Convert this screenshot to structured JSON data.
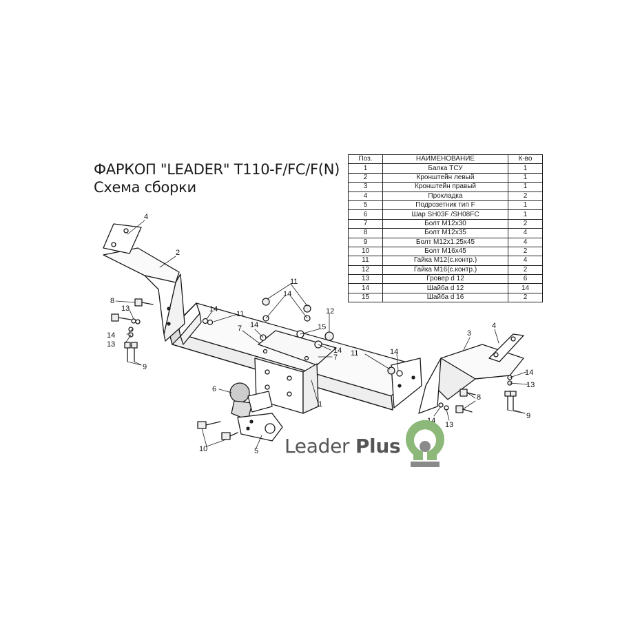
{
  "title": {
    "line1": "ФАРКОП \"LEADER\" T110-F/FC/F(N)",
    "line2": "Схема сборки"
  },
  "table": {
    "headers": [
      "Поз.",
      "НАИМЕНОВАНИЕ",
      "К-во"
    ],
    "rows": [
      [
        "1",
        "Балка ТСУ",
        "1"
      ],
      [
        "2",
        "Кронштейн левый",
        "1"
      ],
      [
        "3",
        "Кронштейн правый",
        "1"
      ],
      [
        "4",
        "Прокладка",
        "2"
      ],
      [
        "5",
        "Подрозетник тип F",
        "1"
      ],
      [
        "6",
        "Шар SH03F /SH08FC",
        "1"
      ],
      [
        "7",
        "Болт М12х30",
        "2"
      ],
      [
        "8",
        "Болт М12х35",
        "4"
      ],
      [
        "9",
        "Болт М12х1.25х45",
        "4"
      ],
      [
        "10",
        "Болт М16х45",
        "2"
      ],
      [
        "11",
        "Гайка М12(с.контр.)",
        "4"
      ],
      [
        "12",
        "Гайка  М16(с.контр.)",
        "2"
      ],
      [
        "13",
        "Гровер d 12",
        "6"
      ],
      [
        "14",
        "Шайба d 12",
        "14"
      ],
      [
        "15",
        "Шайба d 16",
        "2"
      ]
    ]
  },
  "callouts": {
    "c1": "1",
    "c2": "2",
    "c3": "3",
    "c4a": "4",
    "c4b": "4",
    "c5": "5",
    "c6": "6",
    "c7a": "7",
    "c7b": "7",
    "c8a": "8",
    "c8b": "8",
    "c9a": "9",
    "c9b": "9",
    "c10": "10",
    "c11a": "11",
    "c11b": "11",
    "c11c": "11",
    "c12": "12",
    "c13a": "13",
    "c13b": "13",
    "c13c": "13",
    "c13d": "13",
    "c14a": "14",
    "c14b": "14",
    "c14c": "14",
    "c14d": "14",
    "c14e": "14",
    "c14f": "14",
    "c14g": "14",
    "c14h": "14",
    "c15": "15"
  },
  "logo": {
    "word1": "Leader",
    "word2": "Plus",
    "colors": {
      "green": "#8cb87a",
      "gray": "#8a8a8a",
      "text": "#555555"
    }
  }
}
